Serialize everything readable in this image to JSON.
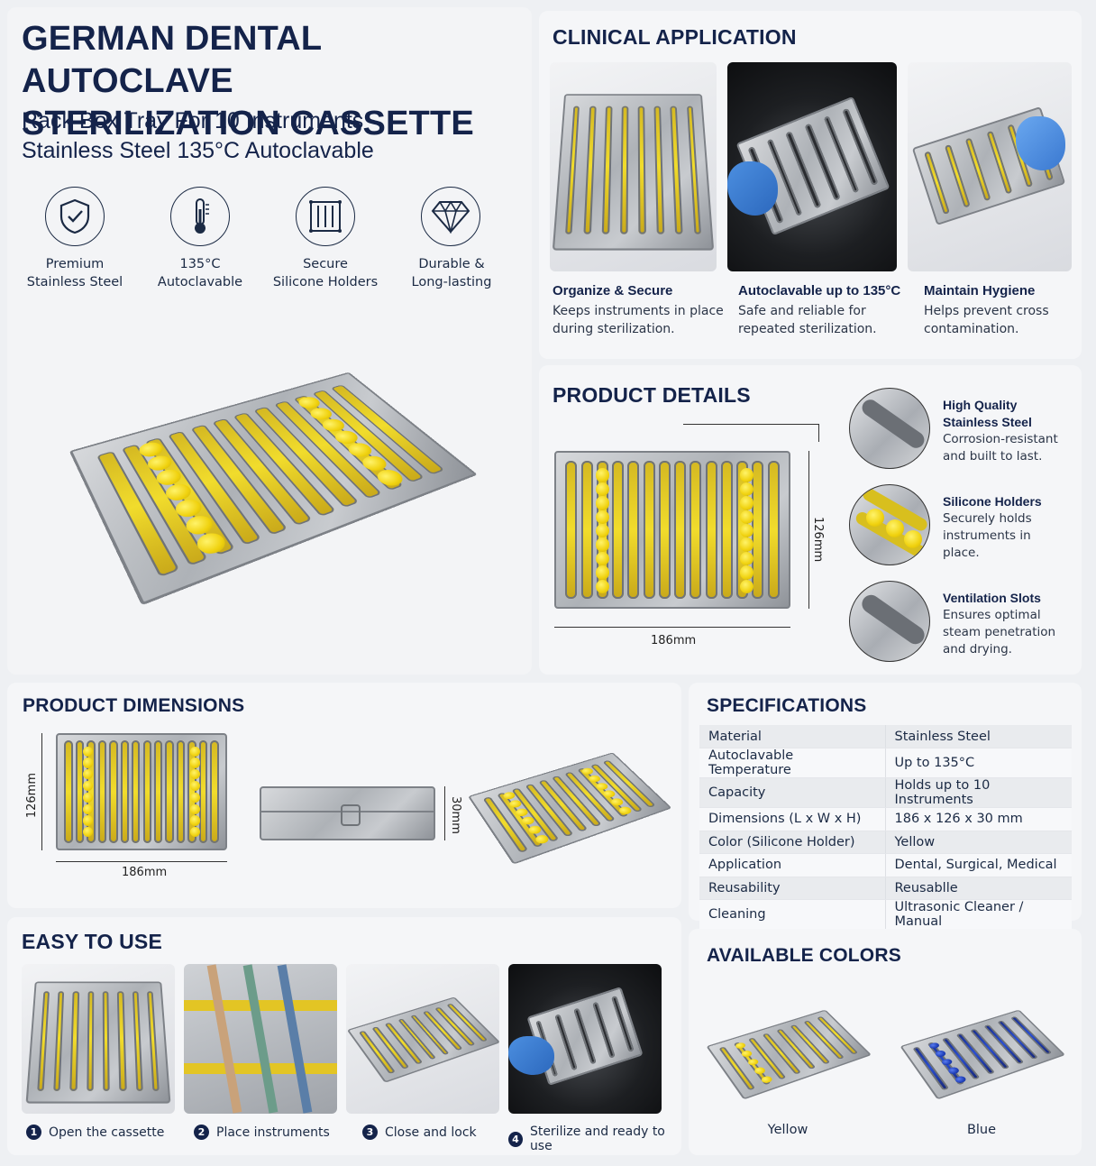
{
  "hero": {
    "title_line1": "GERMAN DENTAL AUTOCLAVE",
    "title_line2": "STERILIZATION CASSETTE",
    "subtitle_line1": "Rack Box Tray For 10 Instruments",
    "subtitle_line2": "Stainless Steel 135°C Autoclavable"
  },
  "features": [
    {
      "icon": "shield-check-icon",
      "line1": "Premium",
      "line2": "Stainless Steel"
    },
    {
      "icon": "thermometer-icon",
      "line1": "135°C",
      "line2": "Autoclavable"
    },
    {
      "icon": "holder-icon",
      "line1": "Secure",
      "line2": "Silicone Holders"
    },
    {
      "icon": "diamond-icon",
      "line1": "Durable &",
      "line2": "Long-lasting"
    }
  ],
  "clinical": {
    "heading": "CLINICAL APPLICATION",
    "items": [
      {
        "title": "Organize & Secure",
        "text1": "Keeps instruments in place",
        "text2": "during sterilization."
      },
      {
        "title": "Autoclavable up to 135°C",
        "text1": "Safe and reliable for",
        "text2": "repeated sterilization."
      },
      {
        "title": "Maintain Hygiene",
        "text1": "Helps prevent cross",
        "text2": "contamination."
      }
    ]
  },
  "details": {
    "heading": "PRODUCT DETAILS",
    "height_label": "126mm",
    "width_label": "186mm",
    "items": [
      {
        "title1": "High Quality",
        "title2": "Stainless Steel",
        "text1": "Corrosion-resistant",
        "text2": "and built to last.",
        "text3": ""
      },
      {
        "title1": "Silicone Holders",
        "title2": "",
        "text1": "Securely holds",
        "text2": "instruments in",
        "text3": "place."
      },
      {
        "title1": "Ventilation Slots",
        "title2": "",
        "text1": "Ensures optimal",
        "text2": "steam penetration",
        "text3": "and drying."
      }
    ]
  },
  "dimensions": {
    "heading": "PRODUCT DIMENSIONS",
    "height_label": "126mm",
    "width_label": "186mm",
    "depth_label": "30mm"
  },
  "specs": {
    "heading": "SPECIFICATIONS",
    "rows": [
      {
        "label": "Material",
        "value": "Stainless Steel"
      },
      {
        "label": "Autoclavable Temperature",
        "value": "Up to 135°C"
      },
      {
        "label": "Capacity",
        "value": "Holds up to 10 Instruments"
      },
      {
        "label": "Dimensions (L x W x H)",
        "value": "186 x 126 x 30 mm"
      },
      {
        "label": "Color (Silicone Holder)",
        "value": "Yellow"
      },
      {
        "label": "Application",
        "value": "Dental, Surgical, Medical"
      },
      {
        "label": "Reusability",
        "value": "Reusablle"
      },
      {
        "label": "Cleaning",
        "value": "Ultrasonic Cleaner / Manual"
      }
    ]
  },
  "easy": {
    "heading": "EASY TO USE",
    "steps": [
      {
        "num": "1",
        "label": "Open the cassette"
      },
      {
        "num": "2",
        "label": "Place instruments"
      },
      {
        "num": "3",
        "label": "Close and lock"
      },
      {
        "num": "4",
        "label": "Sterilize and ready to use"
      }
    ]
  },
  "colors": {
    "heading": "AVAILABLE COLORS",
    "options": [
      {
        "label": "Yellow",
        "hex": "#f2d414"
      },
      {
        "label": "Blue",
        "hex": "#1f3fb8"
      }
    ]
  }
}
